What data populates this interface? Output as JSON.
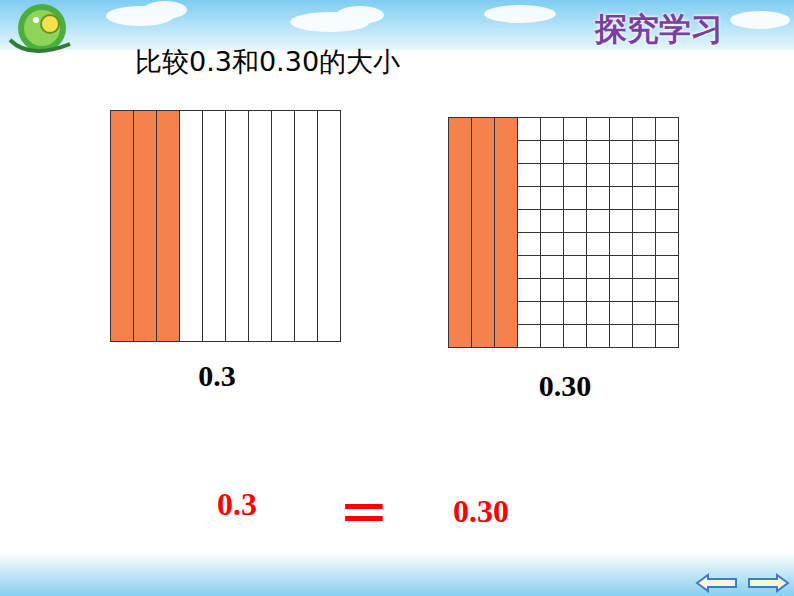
{
  "diagram": {
    "title": "比较0.3和0.30的大小",
    "nodes": [
      {
        "text": [
          "0.3"
        ]
      },
      {
        "text": [
          "0.30"
        ]
      }
    ],
    "labels": [
      "探究学习",
      "0.3",
      "=",
      "0.30"
    ]
  }
}
